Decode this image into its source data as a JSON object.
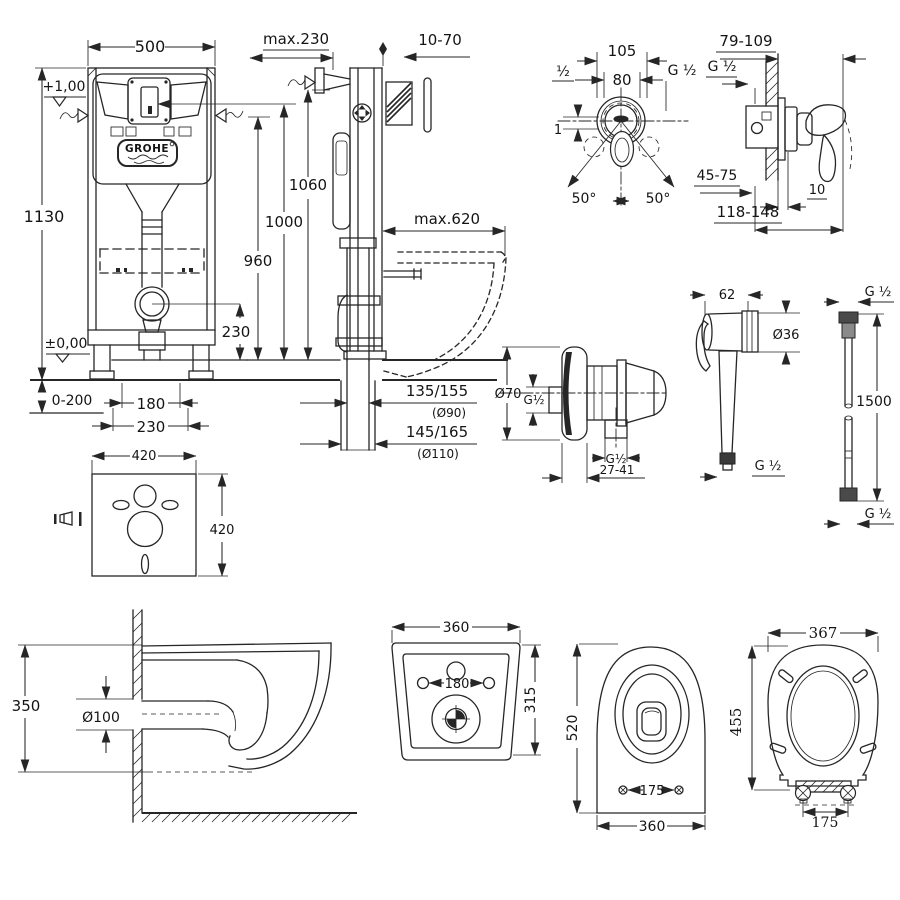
{
  "brand": {
    "logo": "GROHE"
  },
  "frame_front": {
    "dim_width": "500",
    "dim_height": "1130",
    "level_top": "+1,00",
    "level_floor": "±0,00",
    "feet_range": "0-200",
    "dim_outlets": "180",
    "dim_outlets_outer": "230",
    "dim_outlet_height": "230"
  },
  "frame_side": {
    "dim_depth": "max.230",
    "dim_wall_finish": "10-70",
    "dim_1060": "1060",
    "dim_1000": "1000",
    "dim_960": "960",
    "dim_bowl_depth": "max.620",
    "drain_high": "135/155",
    "drain_high_dia": "(Ø90)",
    "drain_low": "145/165",
    "drain_low_dia": "(Ø110)"
  },
  "mixer_front": {
    "dim_w": "105",
    "dim_w_inner": "80",
    "thread_left": "½",
    "thread_right": "G ½",
    "dim_offset": "1",
    "angle_left": "50°",
    "angle_right": "50°"
  },
  "mixer_side": {
    "dim_depth": "79-109",
    "thread": "G ½",
    "dim_recess": "45-75",
    "dim_plate": "10",
    "dim_total": "118-148"
  },
  "mat": {
    "dim_w": "420",
    "dim_h": "420"
  },
  "union_elbow": {
    "dia": "Ø70",
    "thread_side": "G½",
    "thread_bottom": "G½",
    "dim_depth": "27-41"
  },
  "spray": {
    "dim_w": "62",
    "dia": "Ø36",
    "thread": "G ½"
  },
  "hose": {
    "thread_top": "G ½",
    "dim_length": "1500",
    "thread_bottom": "G ½"
  },
  "pan_side": {
    "dim_h": "350",
    "dia": "Ø100"
  },
  "pan_rear": {
    "dim_w": "360",
    "dim_holes": "180",
    "dim_h": "315"
  },
  "pan_top": {
    "dim_l": "520",
    "dim_holes": "175",
    "dim_w": "360"
  },
  "seat": {
    "dim_w": "367",
    "dim_l": "455",
    "dim_holes": "175"
  }
}
